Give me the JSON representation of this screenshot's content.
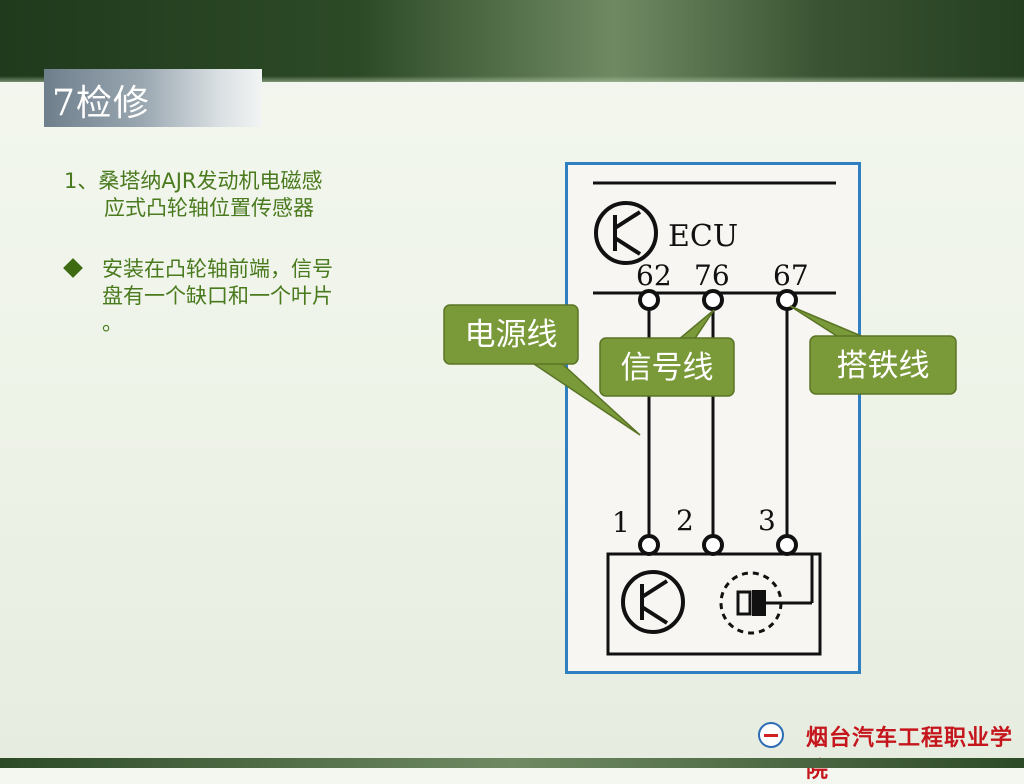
{
  "title": "7检修",
  "subtitle": {
    "line1": "1、桑塔纳AJR发动机电磁感",
    "line2": "应式凸轮轴位置传感器"
  },
  "bullet": {
    "line1": "安装在凸轮轴前端，信号",
    "line2": "盘有一个缺口和一个叶片",
    "line3": "。"
  },
  "diagram": {
    "ecu_label": "ECU",
    "ecu_pins": [
      "62",
      "76",
      "67"
    ],
    "sensor_pins": [
      "1",
      "2",
      "3"
    ]
  },
  "callouts": {
    "power": "电源线",
    "signal": "信号线",
    "ground": "搭铁线"
  },
  "colors": {
    "callout_fill": "#7a9a3a",
    "frame_border": "#2f7fc1",
    "text_green": "#4a7a1e",
    "school_red": "#c4161c"
  },
  "footer": {
    "school": "烟台汽车工程职业学院"
  }
}
